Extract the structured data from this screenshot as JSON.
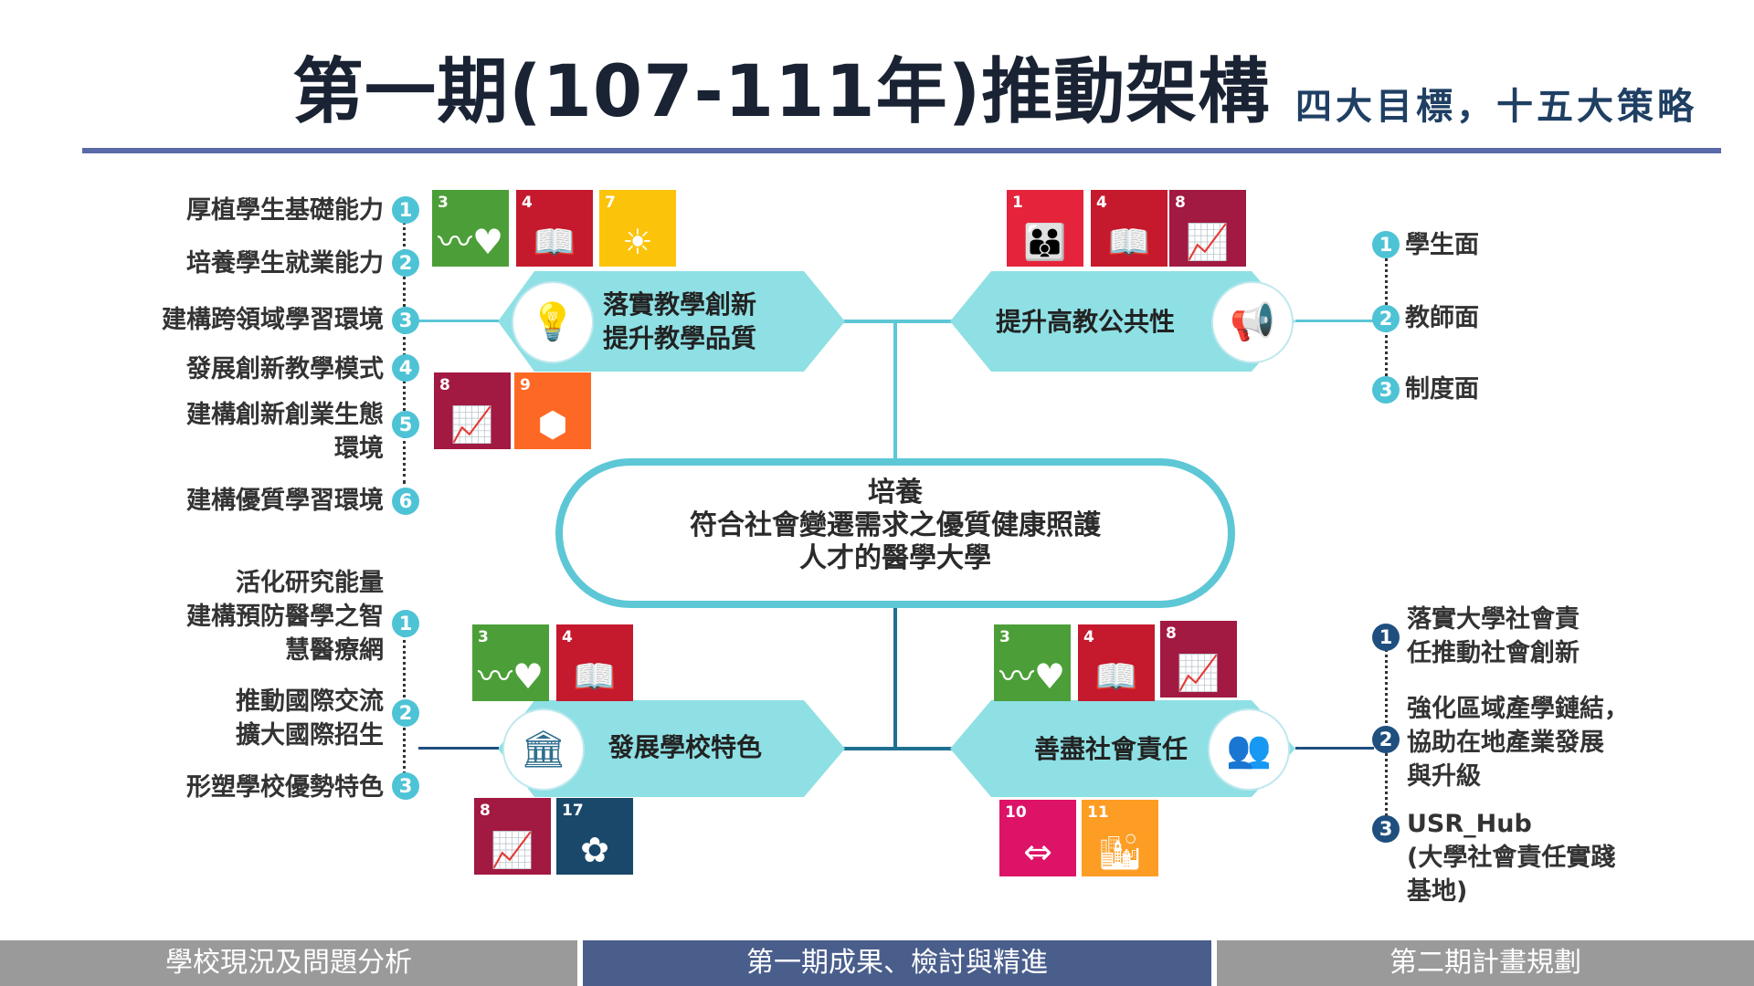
{
  "header": {
    "title": "第一期(107-111年)推動架構",
    "subtitle": "四大目標，十五大策略"
  },
  "center": {
    "lines": [
      "培養",
      "符合社會變遷需求之優質健康照護",
      "人才的醫學大學"
    ]
  },
  "goals": {
    "teaching": {
      "lines": [
        "落實教學創新",
        "提升教學品質"
      ],
      "icon": "lightbulb-icon"
    },
    "public": {
      "lines": [
        "提升高教公共性"
      ],
      "icon": "megaphone-icon"
    },
    "features": {
      "lines": [
        "發展學校特色"
      ],
      "icon": "building-icon"
    },
    "social": {
      "lines": [
        "善盡社會責任"
      ],
      "icon": "people-icon"
    }
  },
  "strategies": {
    "teaching": [
      {
        "num": "1",
        "label": "厚植學生基礎能力"
      },
      {
        "num": "2",
        "label": "培養學生就業能力"
      },
      {
        "num": "3",
        "label": "建構跨領域學習環境"
      },
      {
        "num": "4",
        "label": "發展創新教學模式"
      },
      {
        "num": "5",
        "label": "建構創新創業生態\n環境"
      },
      {
        "num": "6",
        "label": "建構優質學習環境"
      }
    ],
    "public": [
      {
        "num": "1",
        "label": "學生面"
      },
      {
        "num": "2",
        "label": "教師面"
      },
      {
        "num": "3",
        "label": "制度面"
      }
    ],
    "features": [
      {
        "num": "1",
        "label": "活化研究能量\n建構預防醫學之智\n慧醫療網"
      },
      {
        "num": "2",
        "label": "推動國際交流\n擴大國際招生"
      },
      {
        "num": "3",
        "label": "形塑學校優勢特色"
      }
    ],
    "social": [
      {
        "num": "1",
        "label": "落實大學社會責\n任推動社會創新"
      },
      {
        "num": "2",
        "label": "強化區域產學鏈結，\n協助在地產業發展\n與升級"
      },
      {
        "num": "3",
        "label": "USR_Hub\n(大學社會責任實踐\n基地)"
      }
    ]
  },
  "sdg_tiles": {
    "teaching_top": [
      {
        "num": "3",
        "color": "#4c9f38",
        "icon": "heartbeat-icon"
      },
      {
        "num": "4",
        "color": "#c5192d",
        "icon": "book-icon"
      },
      {
        "num": "7",
        "color": "#fcc30b",
        "icon": "sun-icon"
      }
    ],
    "teaching_bottom": [
      {
        "num": "8",
        "color": "#a21942",
        "icon": "growth-chart-icon"
      },
      {
        "num": "9",
        "color": "#fd6925",
        "icon": "cubes-icon"
      }
    ],
    "public_top": [
      {
        "num": "1",
        "color": "#e5243b",
        "icon": "family-icon"
      },
      {
        "num": "4",
        "color": "#c5192d",
        "icon": "book-icon"
      },
      {
        "num": "8",
        "color": "#a21942",
        "icon": "growth-chart-icon"
      }
    ],
    "features_top": [
      {
        "num": "3",
        "color": "#4c9f38",
        "icon": "heartbeat-icon"
      },
      {
        "num": "4",
        "color": "#c5192d",
        "icon": "book-icon"
      }
    ],
    "features_bottom": [
      {
        "num": "8",
        "color": "#a21942",
        "icon": "growth-chart-icon"
      },
      {
        "num": "17",
        "color": "#19486a",
        "icon": "flower-icon"
      }
    ],
    "social_top": [
      {
        "num": "3",
        "color": "#4c9f38",
        "icon": "heartbeat-icon"
      },
      {
        "num": "4",
        "color": "#c5192d",
        "icon": "book-icon"
      },
      {
        "num": "8",
        "color": "#a21942",
        "icon": "growth-chart-icon"
      }
    ],
    "social_bottom": [
      {
        "num": "10",
        "color": "#dd1367",
        "icon": "equality-icon"
      },
      {
        "num": "11",
        "color": "#fd9d24",
        "icon": "city-icon"
      }
    ]
  },
  "colors": {
    "shape": "#8ee0e4",
    "line": "#5dc7d6",
    "accent_dark": "#1f4f7f",
    "rule": "#5a6aa8"
  },
  "footer": {
    "tabs": [
      {
        "label": "學校現況及問題分析",
        "active": false
      },
      {
        "label": "第一期成果、檢討與精進",
        "active": true
      },
      {
        "label": "第二期計畫規劃",
        "active": false
      }
    ]
  }
}
